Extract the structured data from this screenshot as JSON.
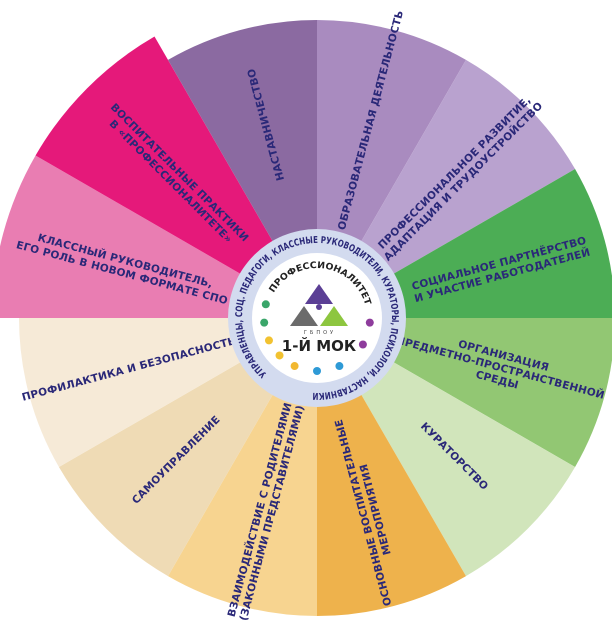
{
  "wheel": {
    "segments": [
      {
        "lines": [
          "ОБРАЗОВАТЕЛЬНАЯ ДЕЯТЕЛЬНОСТЬ"
        ],
        "color": "#a98bbf"
      },
      {
        "lines": [
          "ПРОФЕССИОНАЛЬНОЕ РАЗВИТИЕ,",
          "АДАПТАЦИЯ И ТРУДОУСТРОЙСТВО"
        ],
        "color": "#b9a2cf"
      },
      {
        "lines": [
          "СОЦИАЛЬНОЕ ПАРТНЁРСТВО",
          "И УЧАСТИЕ РАБОТОДАТЕЛЕЙ"
        ],
        "color": "#4cad55"
      },
      {
        "lines": [
          "ОРГАНИЗАЦИЯ",
          "ПРЕДМЕТНО-ПРОСТРАНСТВЕННОЙ",
          "СРЕДЫ"
        ],
        "color": "#92c773"
      },
      {
        "lines": [
          "КУРАТОРСТВО"
        ],
        "color": "#d1e5bb"
      },
      {
        "lines": [
          "ОСНОВНЫЕ ВОСПИТАТЕЛЬНЫЕ",
          "МЕРОПРИЯТИЯ"
        ],
        "color": "#eeb24c"
      },
      {
        "lines": [
          "ВЗАИМОДЕЙСТВИЕ С РОДИТЕЛЯМИ",
          "(ЗАКОННЫМИ ПРЕДСТАВИТЕЛЯМИ)"
        ],
        "color": "#f7d490"
      },
      {
        "lines": [
          "САМОУПРАВЛЕНИЕ"
        ],
        "color": "#efdbb5"
      },
      {
        "lines": [
          "ПРОФИЛАКТИКА И БЕЗОПАСНОСТЬ"
        ],
        "color": "#f6ead7"
      },
      {
        "lines": [
          "КЛАССНЫЙ РУКОВОДИТЕЛЬ,",
          "ЕГО РОЛЬ В НОВОМ ФОРМАТЕ СПО"
        ],
        "color": "#e97db2"
      },
      {
        "lines": [
          "ВОСПИТАТЕЛЬНЫЕ ПРАКТИКИ",
          "В «ПРОФЕССИОНАЛИТЕТЕ»"
        ],
        "color": "#e5197a"
      },
      {
        "lines": [
          "НАСТАВНИЧЕСТВО"
        ],
        "color": "#8b6aa1"
      }
    ]
  },
  "hub": {
    "ring_text": "УПРАВЛЕНЦЫ, СОЦ. ПЕДАГОГИ, КЛАССНЫЕ РУКОВОДИТЕЛИ, КУРАТОРЫ, ПСИХОЛОГИ, НАСТАВНИКИ",
    "ring_color": "#d3dbef",
    "brand": "ПРОФЕССИОНАЛИТЕТ",
    "org_small": "ГБПОУ",
    "org": "1-Й МОК",
    "logo_colors": [
      "#5b3f95",
      "#6b6b6b",
      "#8dc63f",
      "#5b3f95"
    ],
    "icons": [
      {
        "name": "leaf-icon",
        "color": "#3aa66a"
      },
      {
        "name": "plant-icon",
        "color": "#3aa66a"
      },
      {
        "name": "sun-icon",
        "color": "#f2c230"
      },
      {
        "name": "picture-icon",
        "color": "#f2c230"
      },
      {
        "name": "gear-icon",
        "color": "#f2b830"
      },
      {
        "name": "globe-icon",
        "color": "#2e9ad6"
      },
      {
        "name": "shield-icon",
        "color": "#2e9ad6"
      },
      {
        "name": "microscope-icon",
        "color": "#8e3c9c"
      },
      {
        "name": "book-icon",
        "color": "#8e3c9c"
      }
    ]
  }
}
